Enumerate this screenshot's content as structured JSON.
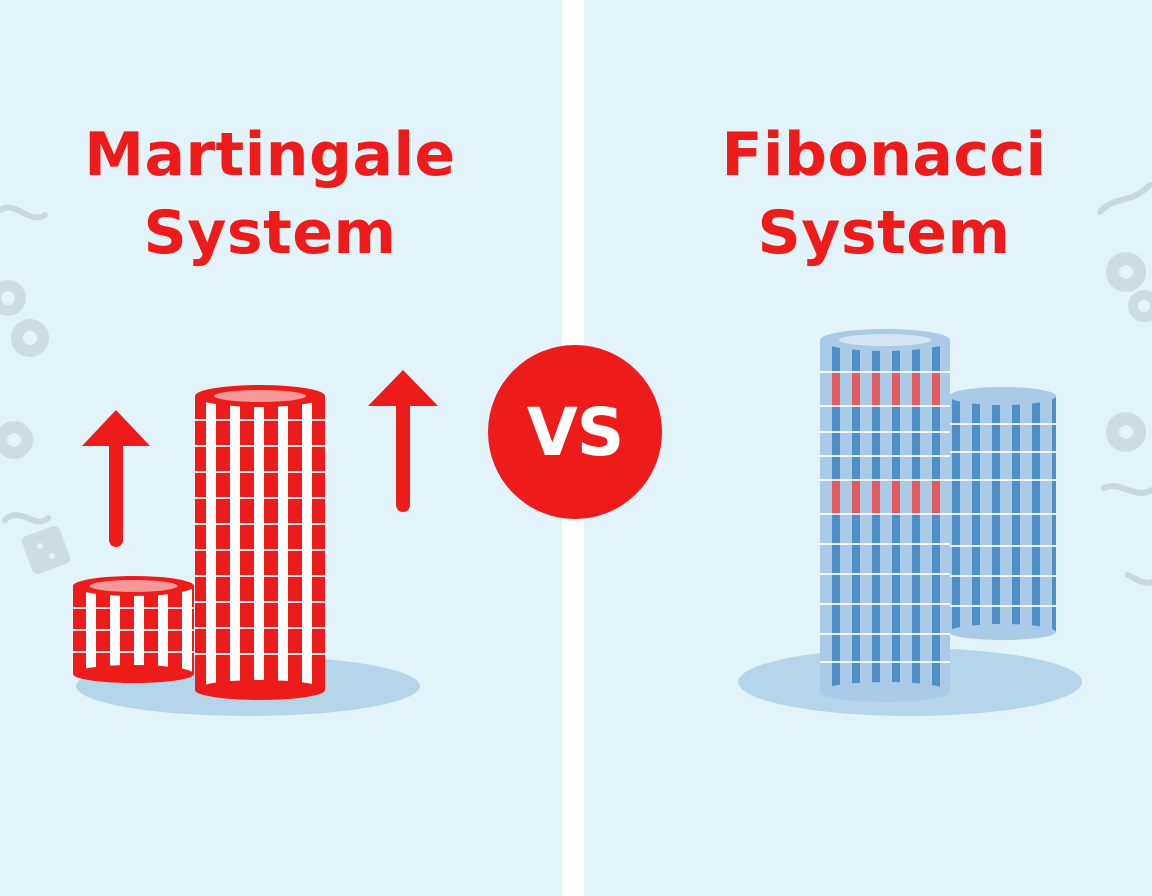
{
  "left_panel": {
    "title_line1": "Martingale",
    "title_line2": "System"
  },
  "right_panel": {
    "title_line1": "Fibonacci",
    "title_line2": "System"
  },
  "badge": {
    "label": "VS"
  },
  "colors": {
    "background": "#e3f3fa",
    "accent_red": "#ee1b1b",
    "chip_blue": "#4f8fc8",
    "chip_light_blue": "#a9cbe8",
    "divider": "#ffffff"
  },
  "icons": [
    "arrow-up-icon",
    "poker-chip-icon",
    "dice-icon",
    "squiggle-icon"
  ]
}
